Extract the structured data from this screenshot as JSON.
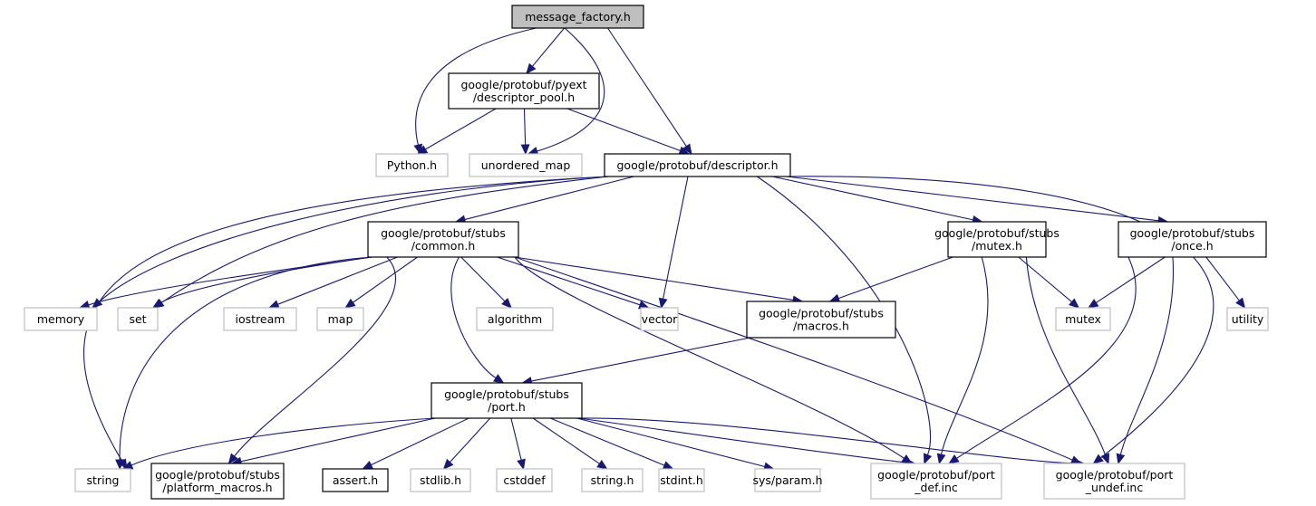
{
  "title": "message_factory.h include dependency graph",
  "colors": {
    "edge": "#191970",
    "root_fill": "#bfbfbf",
    "internal_border": "#000000",
    "external_border": "#bfbfbf"
  },
  "nodes": [
    {
      "id": "message_factory",
      "lines": [
        "message_factory.h"
      ],
      "kind": "root"
    },
    {
      "id": "descriptor_pool",
      "lines": [
        "google/protobuf/pyext",
        "/descriptor_pool.h"
      ],
      "kind": "internal"
    },
    {
      "id": "python",
      "lines": [
        "Python.h"
      ],
      "kind": "external"
    },
    {
      "id": "unordered_map",
      "lines": [
        "unordered_map"
      ],
      "kind": "external"
    },
    {
      "id": "descriptor",
      "lines": [
        "google/protobuf/descriptor.h"
      ],
      "kind": "internal"
    },
    {
      "id": "common",
      "lines": [
        "google/protobuf/stubs",
        "/common.h"
      ],
      "kind": "internal"
    },
    {
      "id": "mutex_h",
      "lines": [
        "google/protobuf/stubs",
        "/mutex.h"
      ],
      "kind": "internal"
    },
    {
      "id": "once",
      "lines": [
        "google/protobuf/stubs",
        "/once.h"
      ],
      "kind": "internal"
    },
    {
      "id": "memory",
      "lines": [
        "memory"
      ],
      "kind": "external"
    },
    {
      "id": "set",
      "lines": [
        "set"
      ],
      "kind": "external"
    },
    {
      "id": "iostream",
      "lines": [
        "iostream"
      ],
      "kind": "external"
    },
    {
      "id": "map",
      "lines": [
        "map"
      ],
      "kind": "external"
    },
    {
      "id": "algorithm",
      "lines": [
        "algorithm"
      ],
      "kind": "external"
    },
    {
      "id": "vector",
      "lines": [
        "vector"
      ],
      "kind": "external"
    },
    {
      "id": "macros",
      "lines": [
        "google/protobuf/stubs",
        "/macros.h"
      ],
      "kind": "internal"
    },
    {
      "id": "mutex",
      "lines": [
        "mutex"
      ],
      "kind": "external"
    },
    {
      "id": "utility",
      "lines": [
        "utility"
      ],
      "kind": "external"
    },
    {
      "id": "port",
      "lines": [
        "google/protobuf/stubs",
        "/port.h"
      ],
      "kind": "internal"
    },
    {
      "id": "string",
      "lines": [
        "string"
      ],
      "kind": "external"
    },
    {
      "id": "platform_macros",
      "lines": [
        "google/protobuf/stubs",
        "/platform_macros.h"
      ],
      "kind": "internal"
    },
    {
      "id": "assert",
      "lines": [
        "assert.h"
      ],
      "kind": "internal"
    },
    {
      "id": "stdlib",
      "lines": [
        "stdlib.h"
      ],
      "kind": "external"
    },
    {
      "id": "cstddef",
      "lines": [
        "cstddef"
      ],
      "kind": "external"
    },
    {
      "id": "string_h",
      "lines": [
        "string.h"
      ],
      "kind": "external"
    },
    {
      "id": "stdint",
      "lines": [
        "stdint.h"
      ],
      "kind": "external"
    },
    {
      "id": "sys_param",
      "lines": [
        "sys/param.h"
      ],
      "kind": "external"
    },
    {
      "id": "port_def",
      "lines": [
        "google/protobuf/port",
        "_def.inc"
      ],
      "kind": "external"
    },
    {
      "id": "port_undef",
      "lines": [
        "google/protobuf/port",
        "_undef.inc"
      ],
      "kind": "external"
    }
  ],
  "edges": [
    [
      "message_factory",
      "python"
    ],
    [
      "message_factory",
      "descriptor_pool"
    ],
    [
      "message_factory",
      "unordered_map"
    ],
    [
      "message_factory",
      "descriptor"
    ],
    [
      "descriptor_pool",
      "python"
    ],
    [
      "descriptor_pool",
      "unordered_map"
    ],
    [
      "descriptor_pool",
      "descriptor"
    ],
    [
      "descriptor",
      "string"
    ],
    [
      "descriptor",
      "memory"
    ],
    [
      "descriptor",
      "set"
    ],
    [
      "descriptor",
      "common"
    ],
    [
      "descriptor",
      "vector"
    ],
    [
      "descriptor",
      "port_def"
    ],
    [
      "descriptor",
      "mutex_h"
    ],
    [
      "descriptor",
      "once"
    ],
    [
      "descriptor",
      "port_undef"
    ],
    [
      "common",
      "memory"
    ],
    [
      "common",
      "set"
    ],
    [
      "common",
      "string"
    ],
    [
      "common",
      "iostream"
    ],
    [
      "common",
      "map"
    ],
    [
      "common",
      "platform_macros"
    ],
    [
      "common",
      "port"
    ],
    [
      "common",
      "algorithm"
    ],
    [
      "common",
      "vector"
    ],
    [
      "common",
      "macros"
    ],
    [
      "common",
      "port_def"
    ],
    [
      "common",
      "port_undef"
    ],
    [
      "mutex_h",
      "macros"
    ],
    [
      "mutex_h",
      "port_def"
    ],
    [
      "mutex_h",
      "port_undef"
    ],
    [
      "mutex_h",
      "mutex"
    ],
    [
      "once",
      "mutex"
    ],
    [
      "once",
      "utility"
    ],
    [
      "once",
      "port_def"
    ],
    [
      "once",
      "port_undef"
    ],
    [
      "macros",
      "port"
    ],
    [
      "port",
      "string"
    ],
    [
      "port",
      "platform_macros"
    ],
    [
      "port",
      "assert"
    ],
    [
      "port",
      "stdlib"
    ],
    [
      "port",
      "cstddef"
    ],
    [
      "port",
      "string_h"
    ],
    [
      "port",
      "stdint"
    ],
    [
      "port",
      "sys_param"
    ],
    [
      "port",
      "port_def"
    ],
    [
      "port",
      "port_undef"
    ]
  ]
}
